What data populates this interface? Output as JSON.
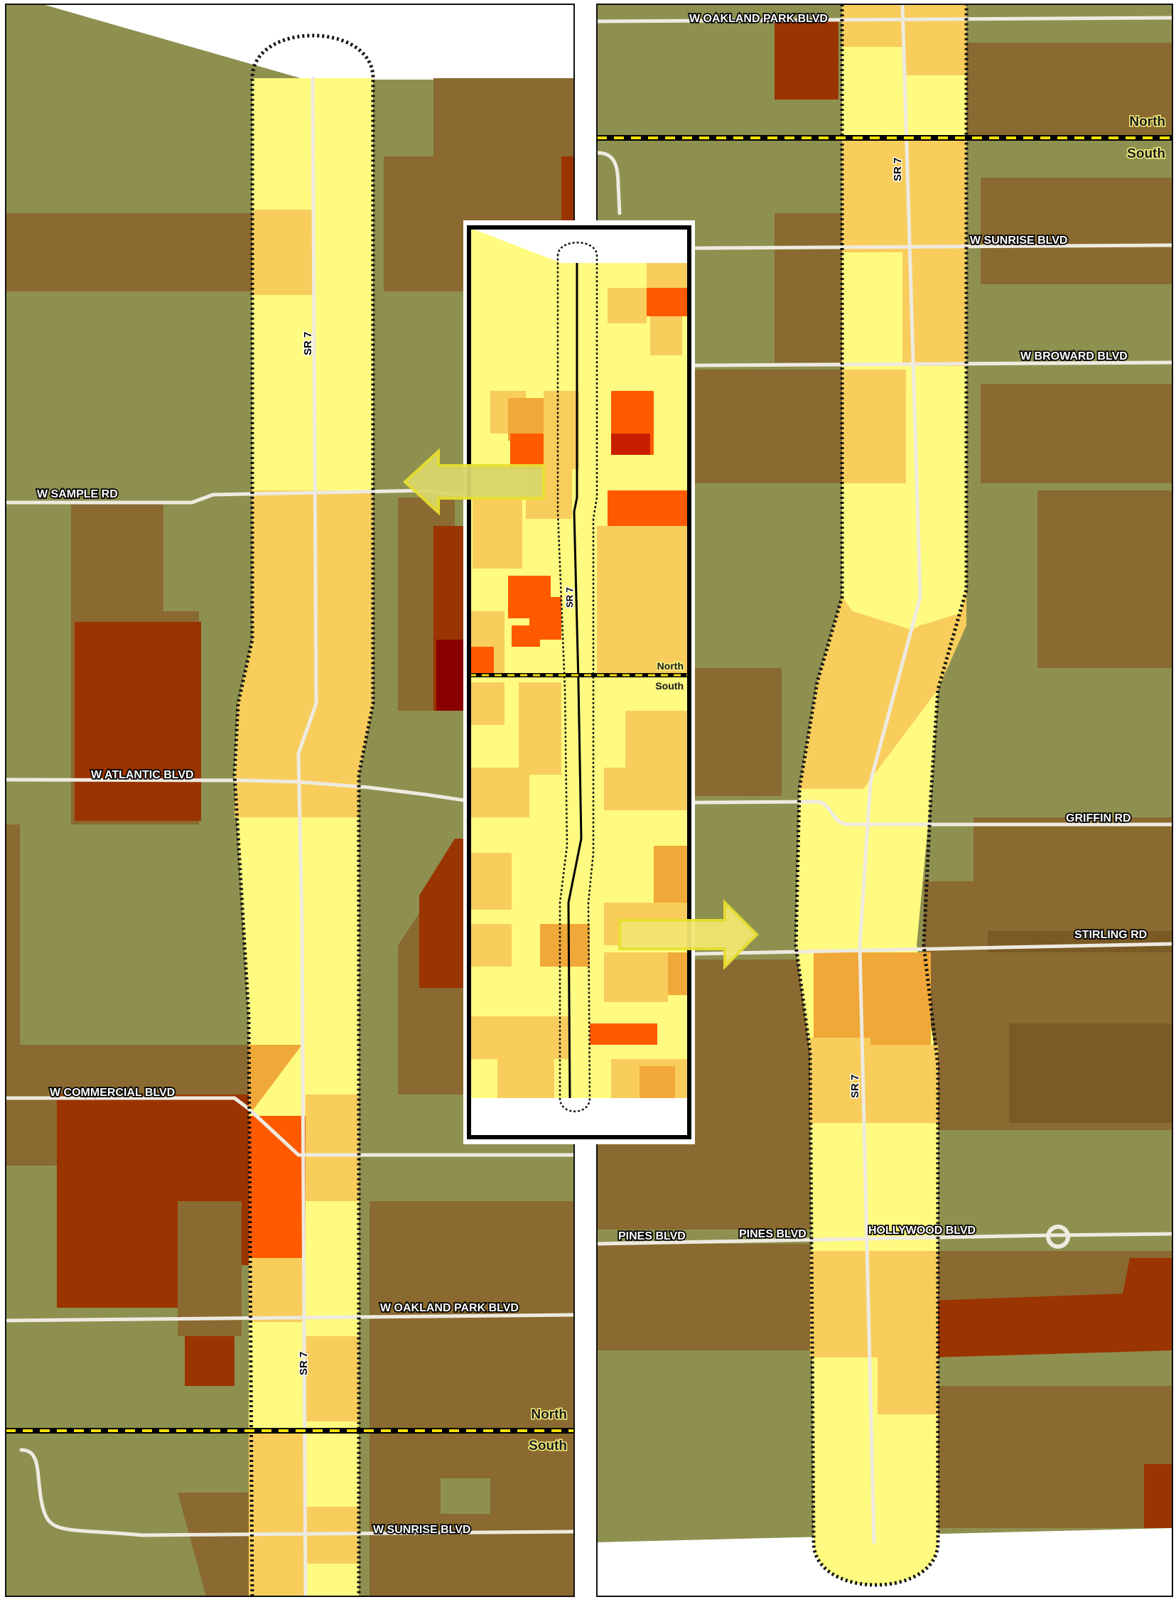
{
  "route_name": "SR 7",
  "boundary": {
    "north": "North",
    "south": "South"
  },
  "left_panel_roads": {
    "sample": "W SAMPLE RD",
    "atlantic": "W ATLANTIC BLVD",
    "commercial": "W COMMERCIAL BLVD",
    "oakland": "W OAKLAND PARK BLVD",
    "sunrise": "W SUNRISE BLVD"
  },
  "right_panel_roads": {
    "oakland": "W OAKLAND PARK BLVD",
    "sunrise": "W SUNRISE BLVD",
    "broward": "W BROWARD BLVD",
    "griffin": "GRIFFIN RD",
    "stirling": "STIRLING RD",
    "pines_west": "PINES BLVD",
    "pines_east": "PINES BLVD",
    "hollywood": "HOLLYWOOD BLVD"
  },
  "colors": {
    "olive": "#8e9050",
    "brown": "#8a6a30",
    "dark_red": "#9a3400",
    "maroon": "#8a0000",
    "yellow": "#fffb80",
    "light_orange": "#f8cd5c",
    "orange": "#f0a838",
    "red_orange": "#ff5a00",
    "road": "#eeeae0",
    "boundary_dash": "#f5e000"
  }
}
